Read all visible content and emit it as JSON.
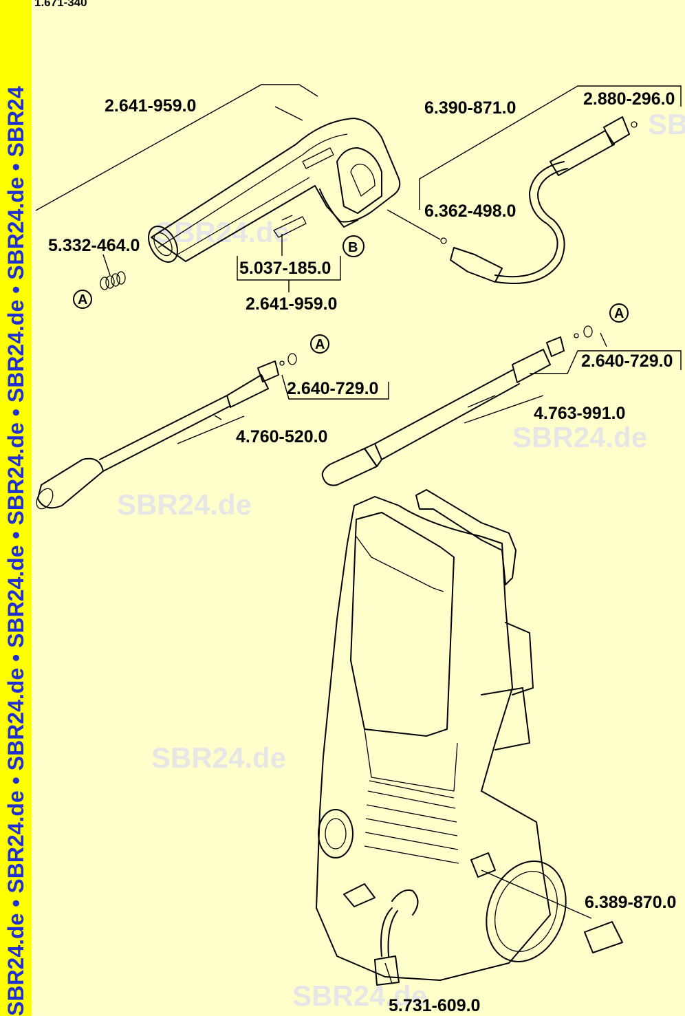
{
  "document_number": "1.671-340",
  "sidebar_watermark": "SBR24.de • SBR24.de • SBR24.de • SBR24.de • SBR24.de • SBR24.de • SBR24.de • SBR24",
  "watermarks": [
    "SBR24.de",
    "SBR24.de",
    "SBR24.de",
    "SBR24.de",
    "SBR24.de",
    "SB"
  ],
  "callout_markers": {
    "a": "A",
    "b": "B"
  },
  "parts": {
    "trigger_gun": "2.641-959.0",
    "trigger_gun_set": "2.641-959.0",
    "spring_insert": "5.332-464.0",
    "lock_clip": "5.037-185.0",
    "hose": "6.390-871.0",
    "hose_oring_a": "2.880-296.0",
    "hose_oring_b": "6.362-498.0",
    "nozzle_oring_left": "2.640-729.0",
    "nozzle_oring_right": "2.640-729.0",
    "vario_lance": "4.760-520.0",
    "dirt_blaster": "4.763-991.0",
    "water_connector": "6.389-870.0",
    "suction_filter": "5.731-609.0"
  },
  "colors": {
    "background": "#ffffcc",
    "sidebar": "#ffff00",
    "sidebar_text": "#1f2fd0",
    "watermark": "#e6e6e6"
  }
}
